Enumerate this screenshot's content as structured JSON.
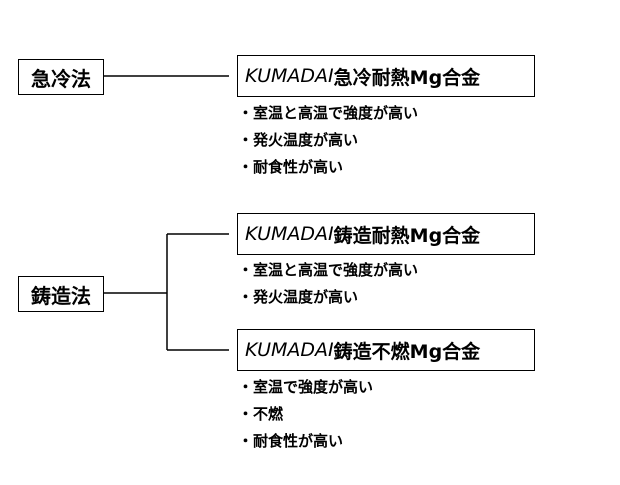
{
  "methods": {
    "rapid": "急冷法",
    "casting": "鋳造法"
  },
  "alloys": [
    {
      "brand": "KUMADAI",
      "name": "急冷耐熱Mg合金",
      "features": [
        "室温と高温で強度が高い",
        "発火温度が高い",
        "耐食性が高い"
      ]
    },
    {
      "brand": "KUMADAI",
      "name": "鋳造耐熱Mg合金",
      "features": [
        "室温と高温で強度が高い",
        "発火温度が高い"
      ]
    },
    {
      "brand": "KUMADAI",
      "name": "鋳造不燃Mg合金",
      "features": [
        "室温で強度が高い",
        "不燃",
        "耐食性が高い"
      ]
    }
  ]
}
